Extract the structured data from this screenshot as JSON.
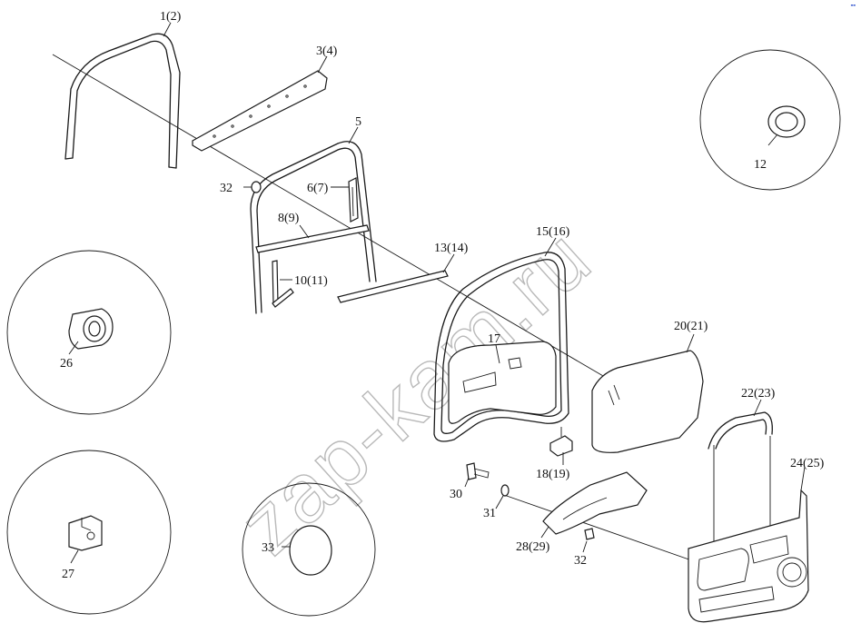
{
  "watermark": "zap-kam.ru",
  "corner_mark": "╍",
  "labels": {
    "p1": "1(2)",
    "p3": "3(4)",
    "p5": "5",
    "p32a": "32",
    "p6": "6(7)",
    "p8": "8(9)",
    "p10": "10(11)",
    "p12": "12",
    "p13": "13(14)",
    "p15": "15(16)",
    "p17": "17",
    "p18": "18(19)",
    "p20": "20(21)",
    "p22": "22(23)",
    "p24": "24(25)",
    "p26": "26",
    "p27": "27",
    "p28": "28(29)",
    "p30": "30",
    "p31": "31",
    "p32b": "32",
    "p33": "33"
  }
}
